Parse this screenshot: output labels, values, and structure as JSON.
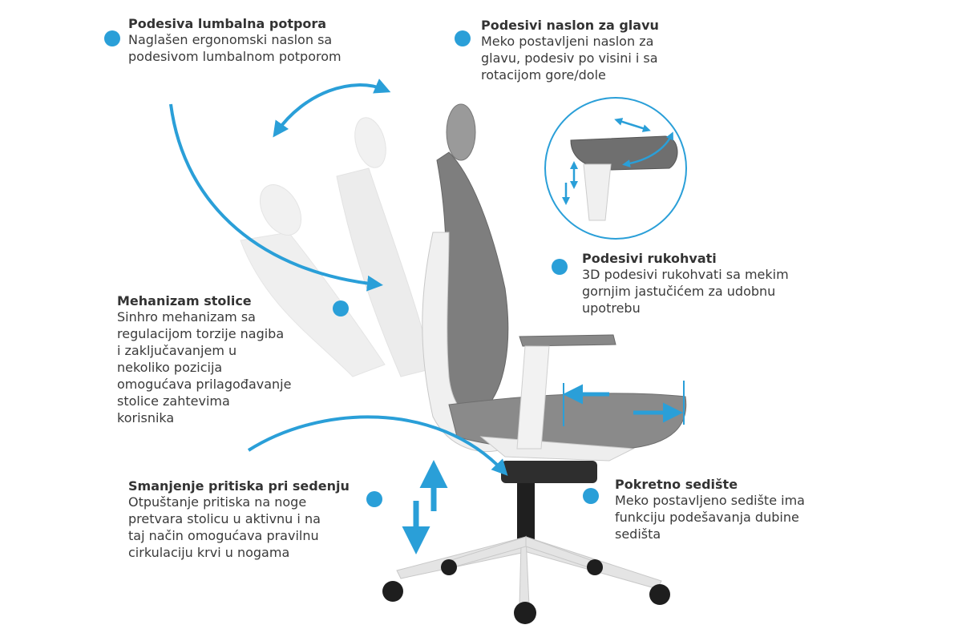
{
  "accent_color": "#2a9fd8",
  "features": {
    "lumbar": {
      "title": "Podesiva lumbalna potpora",
      "desc": "Naglašen ergonomski naslon sa\npodesivom lumbalnom potporom",
      "icon": "bullet-dot"
    },
    "headrest": {
      "title": "Podesivi naslon za glavu",
      "desc": "Meko postavljeni naslon za\nglavu, podesiv po visini i sa\nrotacijom gore/dole",
      "icon": "bullet-dot"
    },
    "armrests": {
      "title": "Podesivi rukohvati",
      "desc": "3D podesivi rukohvati sa mekim\ngornjim jastučićem za udobnu\nupotrebu",
      "icon": "bullet-dot"
    },
    "mechanism": {
      "title": "Mehanizam stolice",
      "desc": "Sinhro mehanizam sa\nregulacijom torzije nagiba\ni zaključavanjem u\nnekoliko pozicija\nomogućava prilagođavanje\nstolice zahtevima\nkorisnika",
      "icon": "bullet-dot"
    },
    "pressure": {
      "title": "Smanjenje pritiska pri sedenju",
      "desc": "Otpuštanje pritiska na noge\npretvara stolicu u aktivnu i na\ntaj način omogućava pravilnu\ncirkulaciju krvi u nogama",
      "icon": "bullet-dot"
    },
    "seat": {
      "title": "Pokretno sedište",
      "desc": "Meko postavljeno sedište ima\nfunkciju podešavanja dubine\nsedišta",
      "icon": "bullet-dot"
    }
  }
}
